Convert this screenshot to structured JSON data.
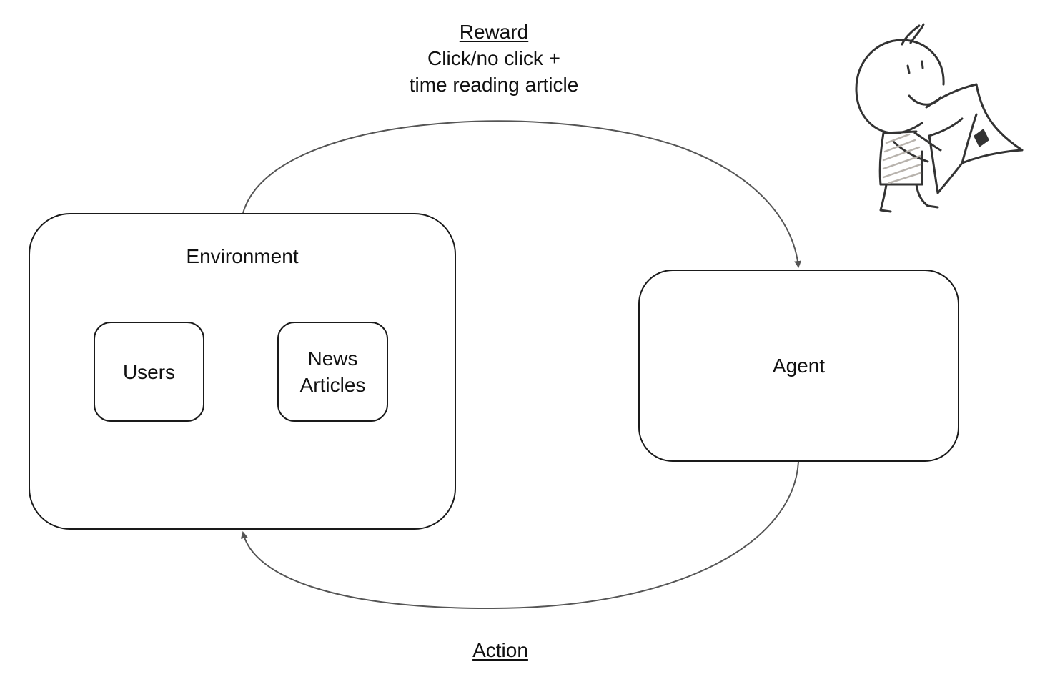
{
  "reward": {
    "title": "Reward",
    "line1": "Click/no click +",
    "line2": "time reading article"
  },
  "action": {
    "title": "Action"
  },
  "environment": {
    "title": "Environment",
    "users_label": "Users",
    "news_label": "News\nArticles"
  },
  "agent": {
    "label": "Agent"
  },
  "illustration": {
    "icon": "person-reading-newspaper-icon"
  },
  "colors": {
    "line": "#555555",
    "box_border": "#1a1a1a",
    "sketch": "#333333",
    "shade": "#b8b3ad"
  }
}
